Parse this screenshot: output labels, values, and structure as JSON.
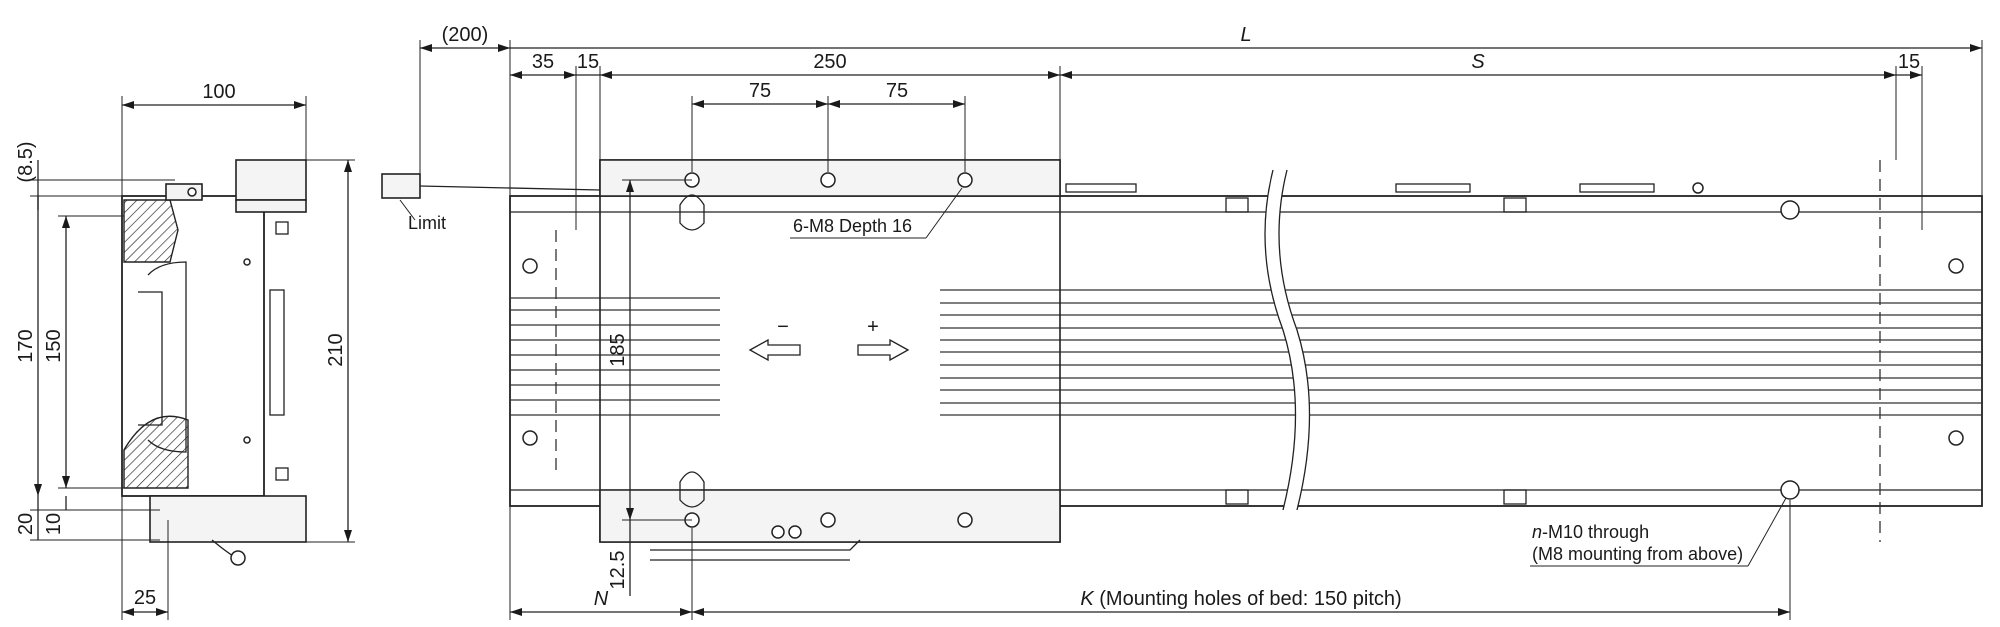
{
  "side_view": {
    "width_label": "100",
    "top_offset_label": "(8.5)",
    "body_height_label": "170",
    "slot_height_label": "150",
    "total_height_label": "210",
    "bottom_label_a": "20",
    "bottom_label_b": "10",
    "foot_width_label": "25"
  },
  "top_view": {
    "cable_length_label": "(200)",
    "limit_label": "Limit",
    "dim_35": "35",
    "dim_15_left": "15",
    "table_length_label": "250",
    "stroke_label": "S",
    "dim_15_right": "15",
    "overall_length_label": "L",
    "hole_pitch_1": "75",
    "hole_pitch_2": "75",
    "table_hole_note": "6-M8 Depth 16",
    "minus_sign": "−",
    "plus_sign": "+",
    "table_width_label": "185",
    "bottom_offset_label": "12.5",
    "mount_note_line1_prefix": "n",
    "mount_note_line1_rest": "-M10 through",
    "mount_note_line2": "(M8 mounting from above)",
    "n_label": "N",
    "k_label_prefix": "K",
    "k_label_rest": " (Mounting holes of bed: 150 pitch)"
  }
}
